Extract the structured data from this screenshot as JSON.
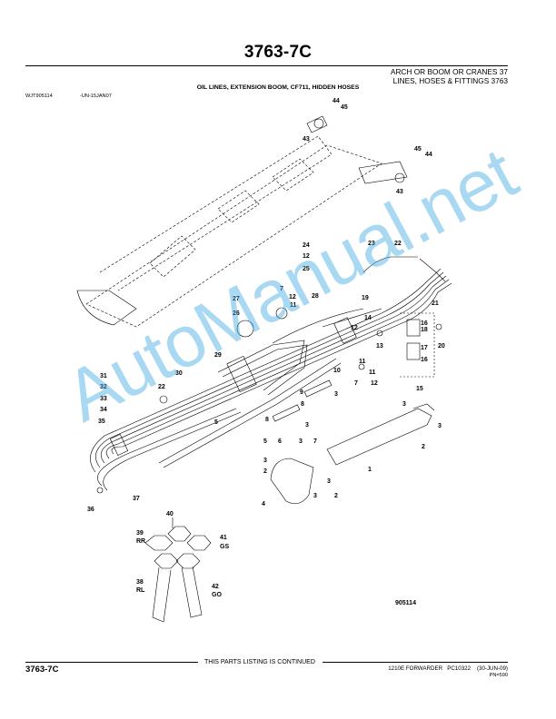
{
  "header": {
    "page_code": "3763-7C",
    "category_line1": "ARCH OR BOOM OR CRANES 37",
    "category_line2": "LINES, HOSES & FITTINGS 3763",
    "section_title": "OIL LINES, EXTENSION BOOM, CF711, HIDDEN HOSES",
    "ref_code": "WJT905114",
    "ref_date": "-UN-15JAN07"
  },
  "diagram": {
    "figure_number": "905114",
    "callouts": [
      "1",
      "2",
      "3",
      "4",
      "5",
      "6",
      "7",
      "8",
      "9",
      "10",
      "11",
      "12",
      "13",
      "14",
      "15",
      "16",
      "17",
      "18",
      "19",
      "20",
      "21",
      "22",
      "23",
      "24",
      "25",
      "26",
      "27",
      "28",
      "29",
      "30",
      "31",
      "32",
      "33",
      "34",
      "35",
      "36",
      "37",
      "38",
      "39",
      "40",
      "41",
      "42",
      "43",
      "44",
      "45"
    ],
    "port_labels": [
      "RR",
      "GS",
      "RL",
      "GO"
    ]
  },
  "watermark": "AutoManual.net",
  "footer": {
    "page_code": "3763-7C",
    "continued_text": "THIS PARTS LISTING IS CONTINUED",
    "machine": "1210E FORWARDER",
    "catalog": "PC10322",
    "date": "(30-JUN-09)",
    "page_number": "PN=590"
  }
}
